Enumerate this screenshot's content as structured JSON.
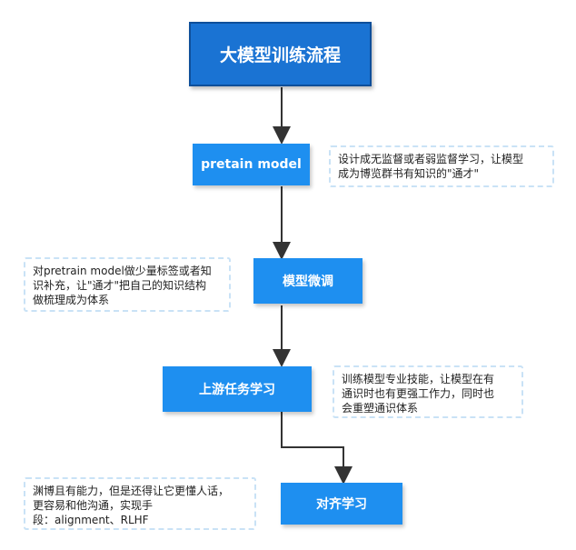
{
  "title": "大模型训练流程",
  "steps": {
    "pretrain": "pretain model",
    "finetune": "模型微调",
    "downstream": "上游任务学习",
    "align": "对齐学习"
  },
  "notes": {
    "pretrain": [
      "设计成无监督或者弱监督学习，让模型",
      "成为博览群书有知识的\"通才\""
    ],
    "finetune": [
      "对pretrain model做少量标签或者知",
      "识补充，让\"通才\"把自己的知识结构",
      "做梳理成为体系"
    ],
    "downstream": [
      "训练模型专业技能，让模型在有",
      "通识时也有更强工作力，同时也",
      "会重塑通识体系"
    ],
    "align": [
      "渊博且有能力，但是还得让它更懂人话，",
      "更容易和他沟通，实现手",
      "段：alignment、RLHF"
    ]
  }
}
